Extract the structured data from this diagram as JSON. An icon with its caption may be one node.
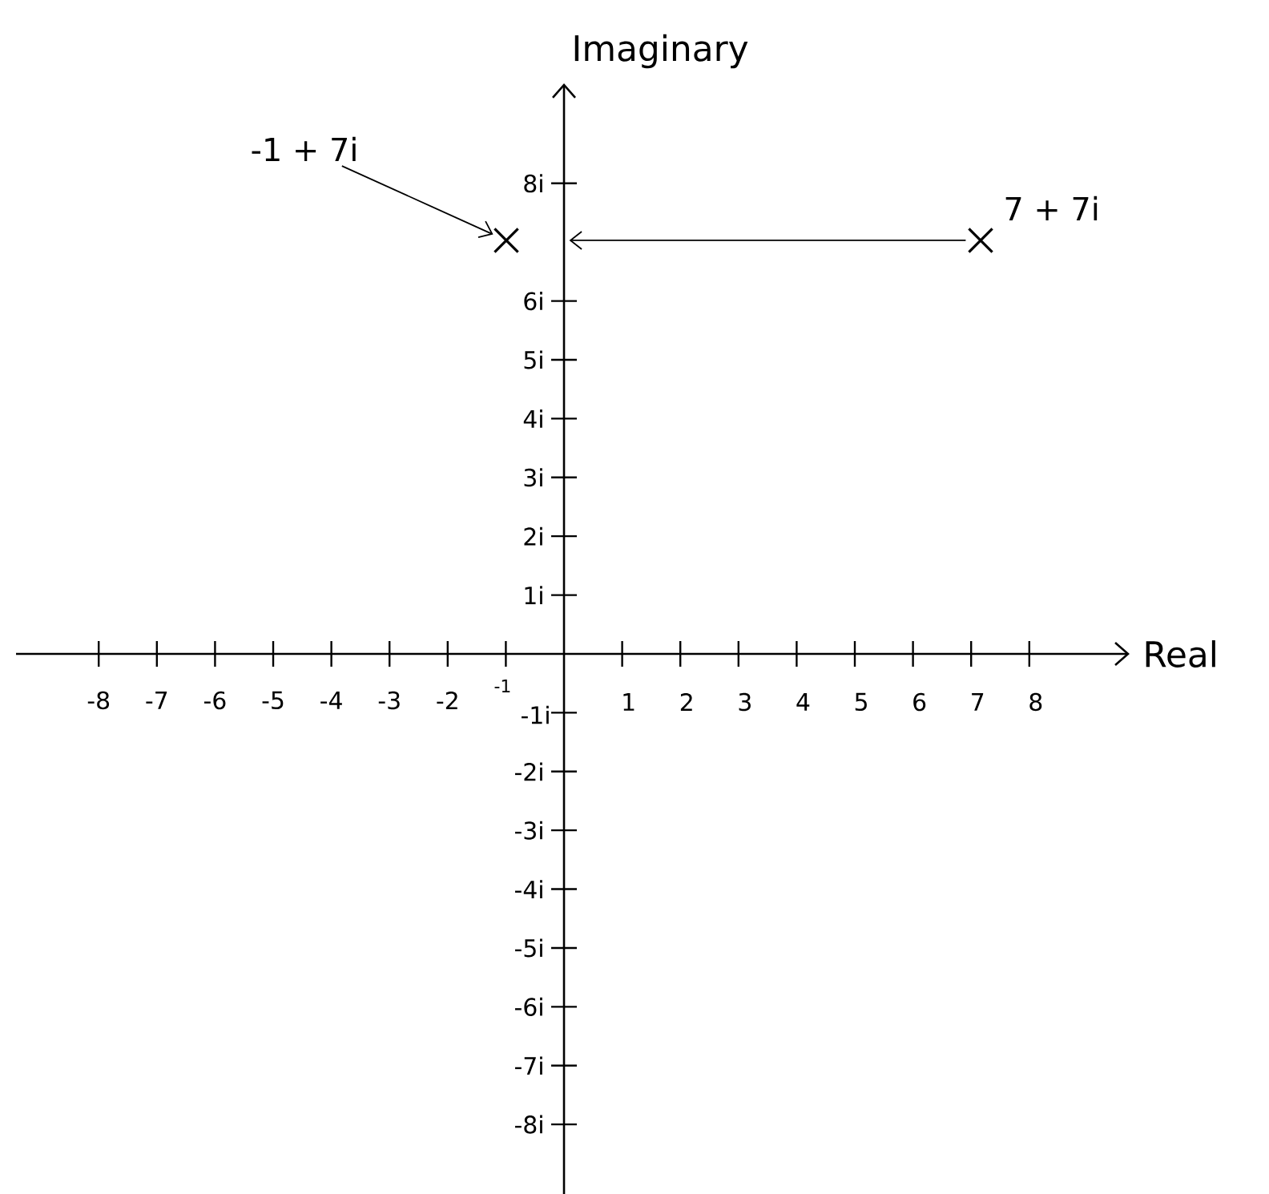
{
  "diagram": {
    "nodes": [
      {
        "text": [
          "-1 + 7i"
        ]
      },
      {
        "text": [],
        "shape": "cross"
      },
      {
        "text": [],
        "shape": "cross",
        "beside": [
          "7 + 7i"
        ]
      }
    ],
    "edges": [
      {
        "from": 0,
        "to": 1,
        "arrow": "to"
      },
      {
        "from": 2,
        "to": 1,
        "arrow": "to"
      }
    ],
    "labels": [
      "Imaginary",
      "8i",
      "6i",
      "5i",
      "4i",
      "3i",
      "2i",
      "1i",
      "Real",
      "-8",
      "-7",
      "-6",
      "-5",
      "-4",
      "-3",
      "-2",
      "-1",
      "-1i",
      "1",
      "2",
      "3",
      "4",
      "5",
      "6",
      "7",
      "8",
      "-2i",
      "-3i",
      "-4i",
      "-5i",
      "-6i",
      "-7i",
      "-8i"
    ]
  }
}
